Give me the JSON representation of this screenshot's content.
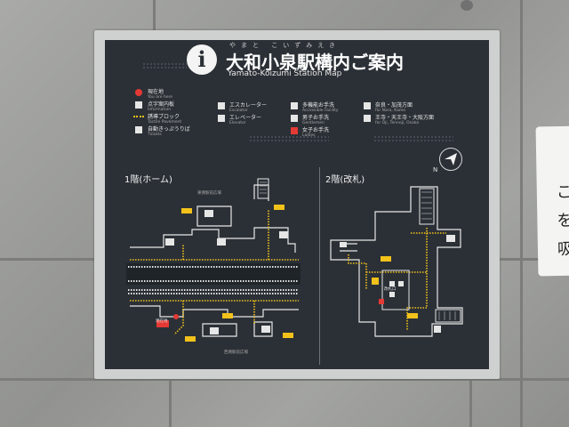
{
  "sign": {
    "title_furigana": "やまと こいずみえき",
    "title_ja": "大和小泉駅構内ご案内",
    "title_en": "Yamato-Koizumi Station Map"
  },
  "legend": [
    {
      "ja": "現在地",
      "en": "You are here",
      "icon": "you-are-here-dot-icon",
      "color": "#e53935"
    },
    {
      "ja": "点字案内板",
      "en": "Information",
      "icon": "braille-board-icon"
    },
    {
      "ja": "誘導ブロック",
      "en": "Tactile Pavement",
      "icon": "tactile-paving-icon",
      "color": "#f2c21b"
    },
    {
      "ja": "自動きっぷうりば",
      "en": "Tickets",
      "icon": "ticket-machine-icon"
    },
    {
      "ja": "エスカレーター",
      "en": "Escalator",
      "icon": "escalator-icon"
    },
    {
      "ja": "エレベーター",
      "en": "Elevator",
      "icon": "elevator-icon"
    },
    {
      "ja": "多機能お手洗",
      "en": "Accessible Facility",
      "icon": "accessible-toilet-icon"
    },
    {
      "ja": "男子お手洗",
      "en": "Gentlemen",
      "icon": "men-toilet-icon"
    },
    {
      "ja": "女子お手洗",
      "en": "Ladies",
      "icon": "women-toilet-icon"
    },
    {
      "ja": "奈良・加茂方面",
      "en": "for Nara, Kamo",
      "icon": "platform-1-icon"
    },
    {
      "ja": "王寺・天王寺・大阪方面",
      "en": "for Oji, Tennoji, Osaka",
      "icon": "platform-2-icon"
    }
  ],
  "floors": {
    "first": {
      "label": "1階(ホーム)",
      "plaza_top": "東側駅前広場",
      "plaza_bottom": "西側駅前広場",
      "note": "現在地"
    },
    "second": {
      "label": "2階(改札)",
      "note": "改札口"
    }
  },
  "compass": {
    "label": "N"
  },
  "side_paper": {
    "chars": [
      "こ",
      "を",
      "吸"
    ]
  },
  "colors": {
    "panel": "#2b3036",
    "tactile": "#f2c21b",
    "current": "#e53935",
    "frame": "#cfd1d1"
  }
}
